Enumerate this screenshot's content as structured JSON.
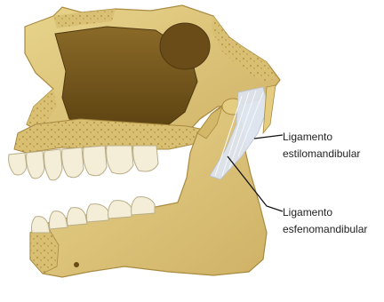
{
  "labels": {
    "stylomandibular": {
      "line1": "Ligamento",
      "line2": "estilomandibular"
    },
    "sphenomandibular": {
      "line1": "Ligamento",
      "line2": "esfenomandibular"
    }
  },
  "colors": {
    "bone": "#e0c878",
    "bone_dark": "#b8944a",
    "cavity": "#7a5a1e",
    "tooth": "#f4eed8",
    "ligament": "#dde4ee",
    "leader": "#111111"
  }
}
